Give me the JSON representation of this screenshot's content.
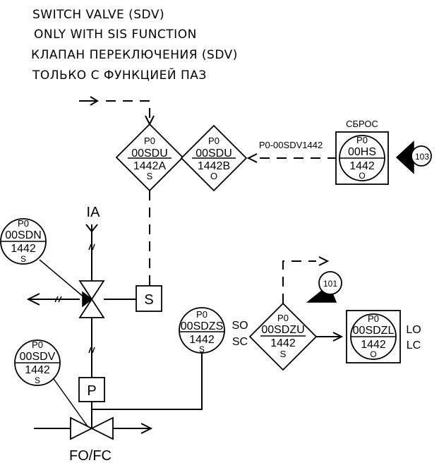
{
  "notes": {
    "line1": "SWITCH VALVE (SDV)",
    "line2": "ONLY WITH SIS FUNCTION",
    "line3": "КЛАПАН ПЕРЕКЛЮЧЕНИЯ (SDV)",
    "line4": "ТОЛЬКО С ФУНКЦИЕЙ ПАЗ"
  },
  "logic_a": {
    "prefix": "P0",
    "tag": "00SDU",
    "num": "1442A",
    "loc": "S"
  },
  "logic_b": {
    "prefix": "P0",
    "tag": "00SDU",
    "num": "1442B",
    "loc": "O"
  },
  "signal_label": "P0-00SDV1442",
  "reset": {
    "title": "СБРОС",
    "prefix": "P0",
    "tag": "00HS",
    "num": "1442",
    "loc": "O"
  },
  "ref_103": "103",
  "ref_101": "101",
  "sdn": {
    "prefix": "P0",
    "tag": "00SDN",
    "num": "1442",
    "loc": "S"
  },
  "sdv": {
    "prefix": "P0",
    "tag": "00SDV",
    "num": "1442",
    "loc": "S"
  },
  "sdzs": {
    "prefix": "P0",
    "tag": "00SDZS",
    "num": "1442",
    "loc": "S"
  },
  "sdzu": {
    "prefix": "P0",
    "tag": "00SDZU",
    "num": "1442",
    "loc": "S"
  },
  "sdzl": {
    "prefix": "P0",
    "tag": "00SDZL",
    "num": "1442",
    "loc": "O"
  },
  "air_supply": "IA",
  "solenoid": "S",
  "actuator": "P",
  "fail_action": "FO/FC",
  "so_label": "SO",
  "sc_label": "SC",
  "lo_label": "LO",
  "lc_label": "LC"
}
